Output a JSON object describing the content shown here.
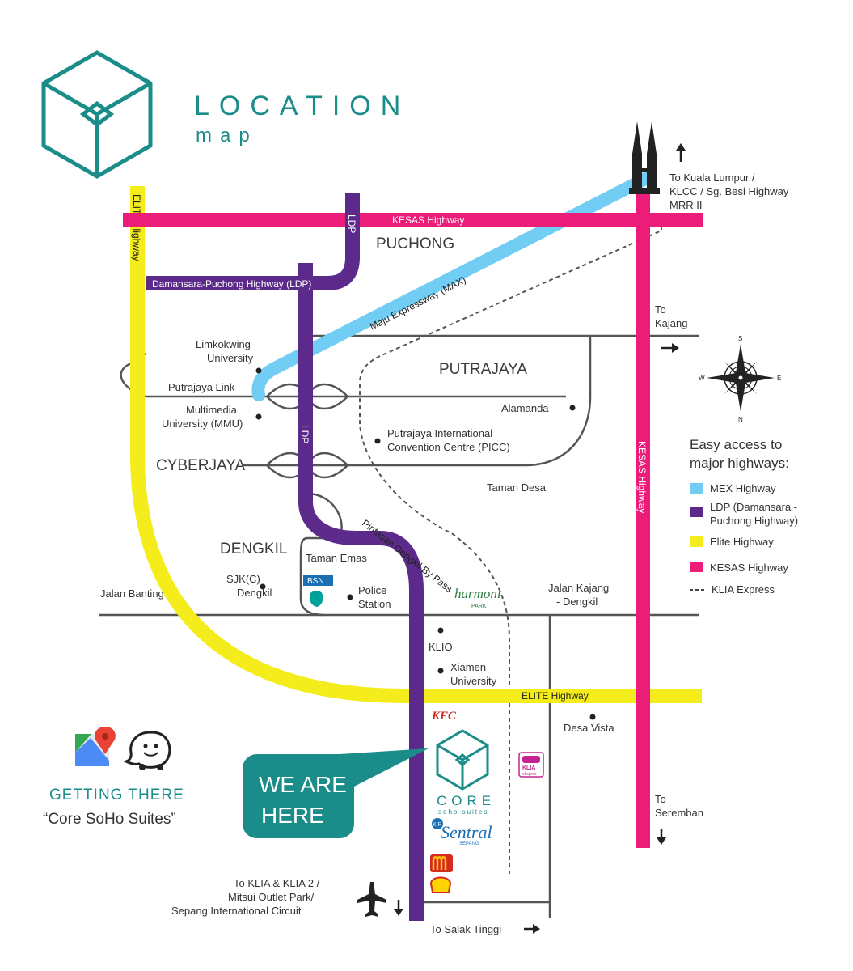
{
  "title": {
    "line1": "LOCATION",
    "line2": "map"
  },
  "colors": {
    "teal": "#1a8c8a",
    "mex": "#72cdf4",
    "ldp": "#5b2a8a",
    "elite": "#f5ec1b",
    "kesas": "#ec1c79",
    "road": "#555555"
  },
  "highways": {
    "kesas_h": "KESAS Highway",
    "kesas_v": "KESAS Highway",
    "elite_v": "ELITE Highway",
    "elite_h": "ELITE Highway",
    "ldp_top": "LDP",
    "ldp_mid": "LDP",
    "ldp_branch": "Damansara-Puchong Highway (LDP)",
    "mex": "Maju Expressway (MAX)",
    "pintasan": "Pintasan Dengkil By Pass"
  },
  "areas": {
    "puchong": "PUCHONG",
    "putrajaya": "PUTRAJAYA",
    "cyberjaya": "CYBERJAYA",
    "dengkil": "DENGKIL"
  },
  "places": {
    "limkokwing_1": "Limkokwing",
    "limkokwing_2": "University",
    "putrajaya_link": "Putrajaya Link",
    "mmu_1": "Multimedia",
    "mmu_2": "University (MMU)",
    "alamanda": "Alamanda",
    "picc_1": "Putrajaya International",
    "picc_2": "Convention Centre (PICC)",
    "taman_desa": "Taman Desa",
    "taman_emas": "Taman Emas",
    "sjkc_1": "SJK(C)",
    "sjkc_2": "Dengkil",
    "police_1": "Police",
    "police_2": "Station",
    "jalan_banting": "Jalan Banting",
    "jalan_kajang_1": "Jalan Kajang",
    "jalan_kajang_2": "- Dengkil",
    "klio": "KLIO",
    "xiamen_1": "Xiamen",
    "xiamen_2": "University",
    "desa_vista": "Desa Vista",
    "to_kl_1": "To Kuala Lumpur /",
    "to_kl_2": "KLCC / Sg. Besi Highway",
    "to_kl_3": "MRR II",
    "to_kajang_1": "To",
    "to_kajang_2": "Kajang",
    "to_seremban_1": "To",
    "to_seremban_2": "Seremban",
    "to_klia_1": "To KLIA & KLIA 2 /",
    "to_klia_2": "Mitsui Outlet Park/",
    "to_klia_3": "Sepang International Circuit",
    "to_salak": "To Salak Tinggi"
  },
  "brands": {
    "kfc": "KFC",
    "bsn": "BSN",
    "harmoni_1": "harmoni",
    "harmoni_2": "PARK",
    "core_1": "CORE",
    "core_2": "soho suites",
    "sentral_1": "Sentral",
    "sentral_2": "SEPANG",
    "kip": "KIP",
    "klia_express_1": "KLIA",
    "klia_express_2": "ekspres"
  },
  "compass": {
    "n": "N",
    "s": "S",
    "e": "E",
    "w": "W"
  },
  "legend": {
    "title_1": "Easy access to",
    "title_2": "major highways:",
    "items": [
      {
        "label": "MEX Highway",
        "color": "#72cdf4"
      },
      {
        "label_1": "LDP (Damansara -",
        "label_2": "Puchong Highway)",
        "color": "#5b2a8a"
      },
      {
        "label": "Elite Highway",
        "color": "#f5ec1b"
      },
      {
        "label": "KESAS Highway",
        "color": "#ec1c79"
      },
      {
        "label": "KLIA Express",
        "dashed": true
      }
    ]
  },
  "callout": {
    "line1": "WE ARE",
    "line2": "HERE"
  },
  "getting_there": {
    "title": "GETTING THERE",
    "subtitle": "“Core SoHo Suites”"
  },
  "icons": [
    "cube-logo-icon",
    "petronas-towers-icon",
    "compass-rose-icon",
    "google-maps-icon",
    "waze-icon",
    "airplane-icon",
    "arrow-icon"
  ]
}
